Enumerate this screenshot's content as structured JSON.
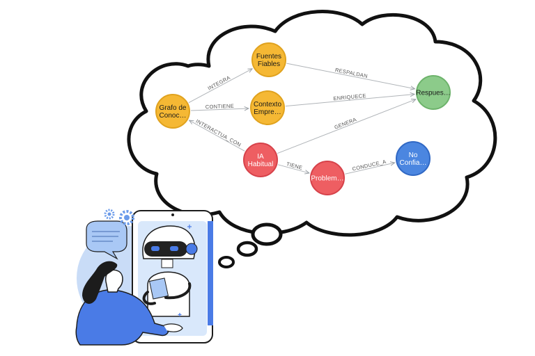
{
  "graph": {
    "nodes": [
      {
        "id": "grafo",
        "lines": [
          "Grafo de",
          "Conoc…"
        ],
        "color": "#F5B834",
        "stroke": "#E0A21E",
        "light": false
      },
      {
        "id": "fuentes",
        "lines": [
          "Fuentes",
          "Fiables"
        ],
        "color": "#F5B834",
        "stroke": "#E0A21E",
        "light": false
      },
      {
        "id": "contexto",
        "lines": [
          "Contexto",
          "Empre…"
        ],
        "color": "#F5B834",
        "stroke": "#E0A21E",
        "light": false
      },
      {
        "id": "ia",
        "lines": [
          "IA",
          "Habitual"
        ],
        "color": "#EE5E62",
        "stroke": "#D6424A",
        "light": true
      },
      {
        "id": "problem",
        "lines": [
          "Problem…"
        ],
        "color": "#EE5E62",
        "stroke": "#D6424A",
        "light": true
      },
      {
        "id": "respuesta",
        "lines": [
          "Respues…"
        ],
        "color": "#8CCB8A",
        "stroke": "#6DB36B",
        "light": false
      },
      {
        "id": "noconfia",
        "lines": [
          "No",
          "Confia…"
        ],
        "color": "#4B86E0",
        "stroke": "#3068C4",
        "light": true
      }
    ],
    "edges": [
      {
        "from": "grafo",
        "to": "fuentes",
        "label": "INTEGRA"
      },
      {
        "from": "grafo",
        "to": "contexto",
        "label": "CONTIENE"
      },
      {
        "from": "ia",
        "to": "grafo",
        "label": "INTERACTUA_CON"
      },
      {
        "from": "fuentes",
        "to": "respuesta",
        "label": "RESPALDAN"
      },
      {
        "from": "contexto",
        "to": "respuesta",
        "label": "ENRIQUECE"
      },
      {
        "from": "ia",
        "to": "respuesta",
        "label": "GENERA"
      },
      {
        "from": "ia",
        "to": "problem",
        "label": "TIENE"
      },
      {
        "from": "problem",
        "to": "noconfia",
        "label": "CONDUCE_A"
      }
    ]
  },
  "illustration": {
    "bubble_icon": "speech-bubble-icon",
    "gear_icon": "gear-icon",
    "sparkle_icon": "sparkle-icon",
    "colors": {
      "blue": "#4A7BE6",
      "light_blue": "#C9DCF7",
      "dark": "#1c1c1c"
    }
  }
}
